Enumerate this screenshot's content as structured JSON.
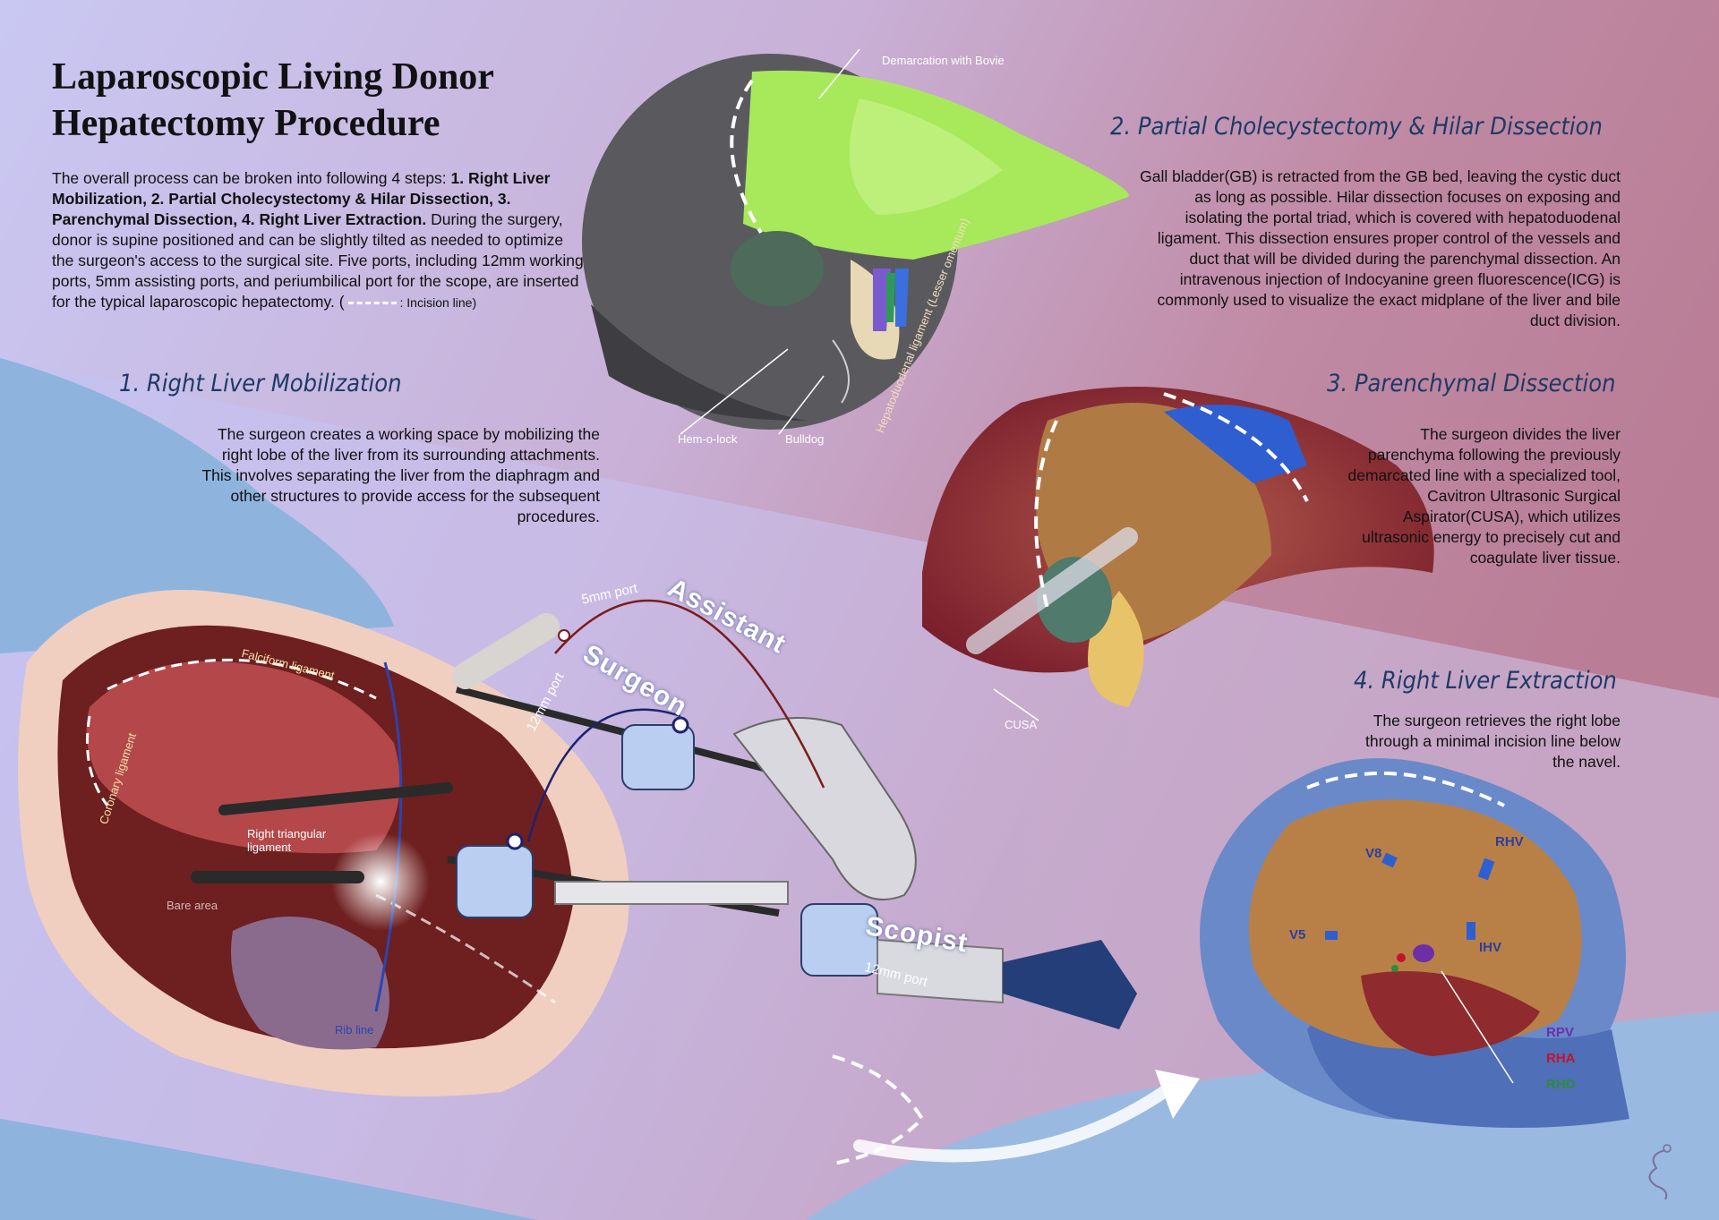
{
  "title": {
    "line1": "Laparoscopic Living Donor",
    "line2": "Hepatectomy Procedure"
  },
  "intro": {
    "lead": "The overall process can be broken into following 4 steps:",
    "steps_bold": "1. Right Liver Mobilization, 2. Partial Cholecystectomy & Hilar Dissection, 3. Parenchymal Dissection, 4. Right Liver Extraction.",
    "body": "During the surgery, donor is supine positioned and can be slightly tilted as needed to optimize the surgeon's access to the surgical site. Five ports, including 12mm working ports, 5mm assisting ports, and periumbilical port for the scope, are inserted for the typical laparoscopic hepatectomy.",
    "legend_open": "(",
    "legend_label": ": Incision line)"
  },
  "steps": [
    {
      "heading": "1.   Right Liver Mobilization",
      "text": "The surgeon creates a working space by mobilizing the right lobe of the liver from its surrounding attachments. This involves separating the liver from the diaphragm and other structures to provide access for the subsequent procedures."
    },
    {
      "heading": "2. Partial Cholecystectomy & Hilar Dissection",
      "text": "Gall bladder(GB) is retracted from the GB bed, leaving the cystic duct as long as possible. Hilar dissection focuses on exposing and isolating the portal triad, which is covered with hepatoduodenal ligament. This dissection ensures proper control of the vessels and duct that will be divided during the parenchymal dissection. An intravenous injection of Indocyanine green fluorescence(ICG) is commonly used to visualize the exact midplane of the liver and bile duct division."
    },
    {
      "heading": "3. Parenchymal Dissection",
      "text": "The surgeon divides the liver parenchyma following the previously demarcated line with a specialized tool, Cavitron Ultrasonic Surgical Aspirator(CUSA), which utilizes ultrasonic energy to precisely cut and coagulate liver tissue."
    },
    {
      "heading": "4. Right Liver Extraction",
      "text": "The surgeon retrieves the right lobe through a minimal incision line below the navel."
    }
  ],
  "labels": {
    "demarcation": "Demarcation with Bovie",
    "hem_o_lock": "Hem-o-lock",
    "bulldog": "Bulldog",
    "hepatoduodenal": "Hepatoduodenal ligament (Lesser omentum)",
    "cusa": "CUSA",
    "falciform": "Falciform ligament",
    "coronary": "Coronary ligament",
    "right_triangular": "Right triangular ligament",
    "bare_area": "Bare area",
    "rib_line": "Rib line"
  },
  "ports": {
    "assistant_port": "5mm port",
    "assistant": "Assistant",
    "surgeon_port": "12mm port",
    "surgeon": "Surgeon",
    "scopist": "Scopist",
    "scopist_port": "12mm port"
  },
  "vessels": {
    "v8": "V8",
    "rhv": "RHV",
    "v5": "V5",
    "ihv": "IHV",
    "rpv": "RPV",
    "rha": "RHA",
    "rhd": "RHD"
  },
  "colors": {
    "bg_left": "#c8c6f2",
    "bg_right": "#c07e96",
    "drape": "#8fb3dc",
    "liver": "#8a2a30",
    "liver_green": "#a6e85a",
    "heading_blue": "#1d3a66",
    "rpv": "#6c2fa8",
    "rha": "#c4142b",
    "rhd": "#2f8a3a"
  }
}
